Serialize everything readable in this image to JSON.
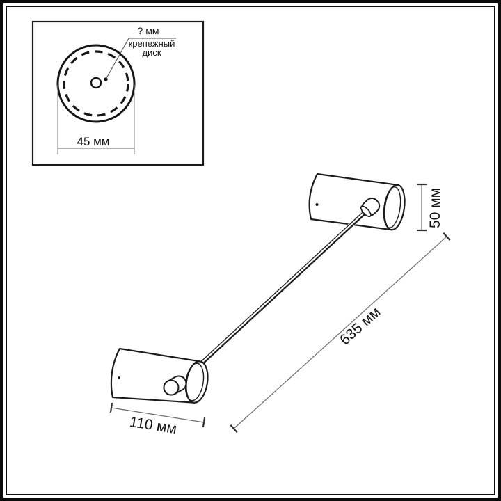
{
  "inset": {
    "hole_size_label": "? мм",
    "disc_name_label": "крепежный диск",
    "disc_diameter_label": "45 мм"
  },
  "dimensions": {
    "head_height_label": "50 мм",
    "arm_length_label": "635 мм",
    "base_length_label": "110 мм"
  },
  "colors": {
    "ink": "#1c1c1c",
    "dim_line": "#6b6b6b",
    "dim_tick": "#2e2e2e",
    "background": "#ffffff"
  }
}
